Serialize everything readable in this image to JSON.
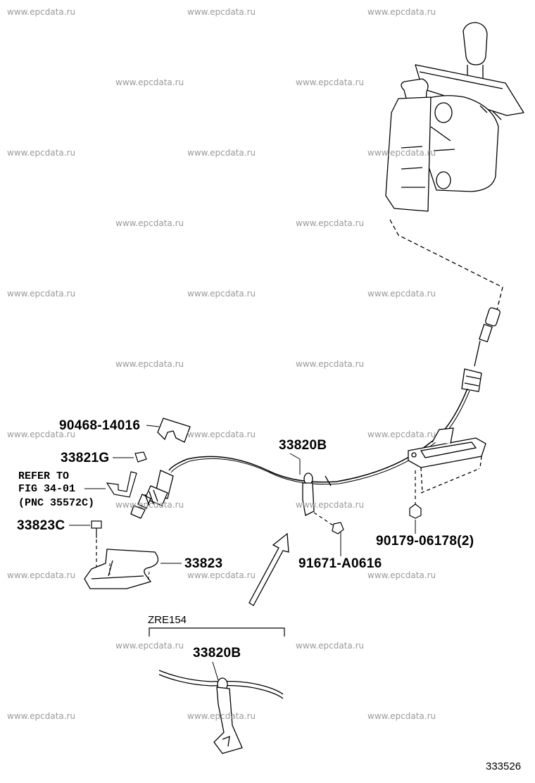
{
  "watermark": "www.epcdata.ru",
  "part_labels": [
    {
      "id": "p1",
      "text": "90468-14016"
    },
    {
      "id": "p2",
      "text": "33821G"
    },
    {
      "id": "p3",
      "text": "33823C"
    },
    {
      "id": "p4",
      "text": "33823"
    },
    {
      "id": "p5",
      "text": "33820B"
    },
    {
      "id": "p6",
      "text": "91671-A0616"
    },
    {
      "id": "p7",
      "text": "90179-06178(2)"
    },
    {
      "id": "p8",
      "text": "33820B"
    }
  ],
  "refer_note": {
    "line1": "REFER TO",
    "line2": "FIG 34-01",
    "line3": "(PNC 35572C)"
  },
  "variant_label": "ZRE154",
  "illustration_number": "333526"
}
